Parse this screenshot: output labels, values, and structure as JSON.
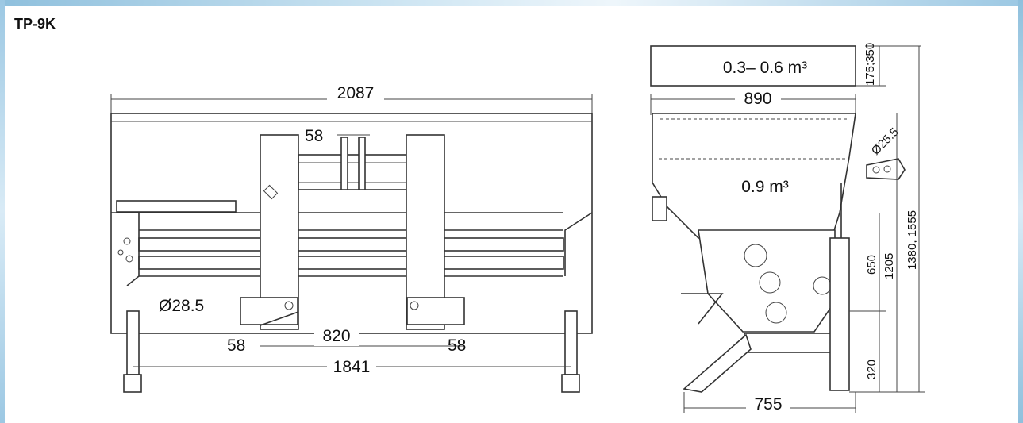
{
  "title": "TP-9K",
  "front_view": {
    "overall_width": "2087",
    "bracket_spacing_top": "58",
    "pin_diameter": "Ø28.5",
    "bracket_width_left": "58",
    "bracket_inner_spacing": "820",
    "bracket_width_right": "58",
    "leg_spacing": "1841"
  },
  "side_view": {
    "extension_volume": "0.3– 0.6 m³",
    "hopper_volume": "0.9 m³",
    "extension_height": "175;350",
    "top_width": "890",
    "hitch_pin_diameter": "Ø25.5",
    "height_650": "650",
    "height_1205": "1205",
    "height_1380_1555": "1380, 1555",
    "leg_height": "320",
    "base_width": "755"
  }
}
